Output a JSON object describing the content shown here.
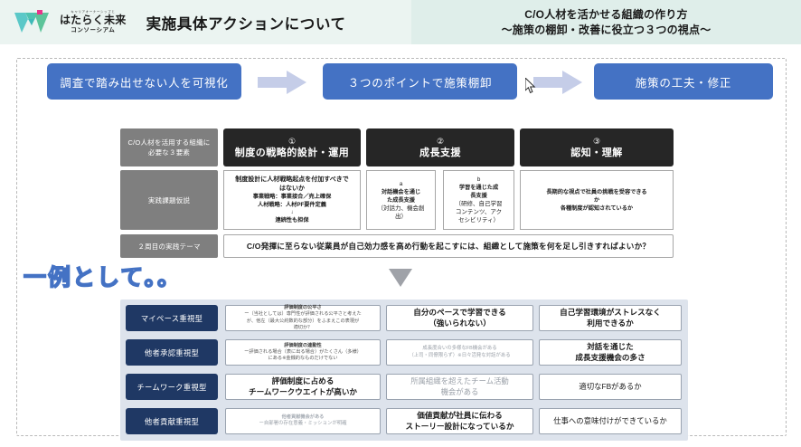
{
  "header": {
    "logo": {
      "tagline": "キャリアオーナーシップと",
      "name": "はたらく未来",
      "sub": "コンソーシアム"
    },
    "title": "実施具体アクションについて",
    "right_line1": "C/O人材を活かせる組織の作り方",
    "right_line2": "〜施策の棚卸・改善に役立つ３つの視点〜"
  },
  "flow": {
    "banners": [
      {
        "label": "調査で踏み出せない人を可視化"
      },
      {
        "label": "３つのポイントで施策棚卸"
      },
      {
        "label": "施策の工夫・修正"
      }
    ],
    "arrow_icon": "right-arrow-icon"
  },
  "matrix": {
    "row_labels": [
      "C/O人材を活用する組織に\n必要な３要素",
      "実践課題仮説",
      "２周目の実践テーマ"
    ],
    "row_label_1a": "C/O人材を活用する組織に",
    "row_label_1b": "必要な３要素",
    "row_label_2": "実践課題仮説",
    "row_label_3": "２周目の実践テーマ",
    "headers": [
      {
        "num": "①",
        "title": "制度の戦略的設計・運用"
      },
      {
        "num": "②",
        "title": "成長支援"
      },
      {
        "num": "③",
        "title": "認知・理解"
      }
    ],
    "cell1": {
      "line1": "制度設計に人材戦略起点を付加すべきで",
      "line2": "はないか",
      "line3": "事業戦略：事業接合／売上確保",
      "line4": "人材戦略：人材PF要件定義",
      "arrow": "↓",
      "line5": "連続性も担保"
    },
    "cell2a": {
      "tag": "a",
      "line1": "対話機会を通じ",
      "line2": "た成長支援",
      "line3": "（対話力、機会創",
      "line4": "出）"
    },
    "cell2b": {
      "tag": "b",
      "line1": "学習を通じた成",
      "line2": "長支援",
      "line3": "（研修、自己学習",
      "line4": "コンテンツ、アク",
      "line5": "セシビリティ）"
    },
    "cell3": {
      "line1": "長期的な視点で社員の挑戦を受容できる",
      "line2": "か",
      "line3": "各種制度が認知されているか"
    },
    "wide_cell": "C/O発揮に至らない従業員が自己効力感を高め行動を起こすには、組織として施策を何を足し引きすればよいか？"
  },
  "example_label": "一例として。。",
  "down_arrow_icon": "down-triangle-icon",
  "panel": {
    "rows": [
      {
        "label": "マイペース重視型",
        "col1": {
          "title": "評価制度の公平さ",
          "sub1": "ー（当社としては）専門性が評価される公平さと考えた",
          "sub2": "が、他左（最大公約数的な部分）をふまえこの表現が",
          "sub3": "適切か？"
        },
        "col2": {
          "line1": "自分のペースで学習できる",
          "line2": "（強いられない）"
        },
        "col3": {
          "line1": "自己学習環境がストレスなく",
          "line2": "利用できるか"
        }
      },
      {
        "label": "他者承認重視型",
        "col1": {
          "title": "評価制度の連動性",
          "sub1": "ー評価される場合（表に出る場合）がたくさん（多様）",
          "sub2": "にある※金銭的なものだけでない"
        },
        "col2": {
          "line1": "成長度合いの多様なFB機会がある",
          "line2": "（上司・同僚限らず）※日々活発な対話がある",
          "grey": true
        },
        "col3": {
          "line1": "対話を通じた",
          "line2": "成長支援機会の多さ"
        }
      },
      {
        "label": "チームワーク重視型",
        "col1": {
          "line1": "評価制度に占める",
          "line2": "チームワークウエイトが高いか"
        },
        "col2": {
          "line1": "所属組織を超えたチーム活動",
          "line2": "機会がある",
          "grey": true
        },
        "col3": {
          "line1": "適切なFBがあるか"
        }
      },
      {
        "label": "他者貢献重視型",
        "col1": {
          "title": "他者貢献機会がある",
          "sub1": "ー自部署の存在意義・ミッションが明確",
          "grey": true
        },
        "col2": {
          "line1": "価値貢献が社員に伝わる",
          "line2": "ストーリー設計になっているか"
        },
        "col3": {
          "line1": "仕事への意味付けができているか"
        }
      }
    ]
  },
  "colors": {
    "banner_blue": "#4472c4",
    "header_bg": "#e8f3f0",
    "dark_header": "#262626",
    "grey_label": "#7f7f7f",
    "navy_label": "#1f3864",
    "panel_bg": "#dde3ec"
  }
}
